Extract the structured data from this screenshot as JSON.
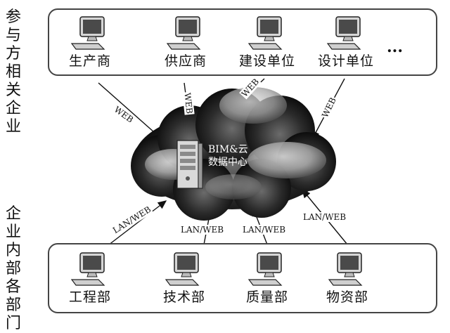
{
  "top_group": {
    "label": [
      "参",
      "与",
      "方",
      "相",
      "关",
      "企",
      "业"
    ],
    "nodes": [
      {
        "label": "生产商",
        "icon": "computer-icon"
      },
      {
        "label": "供应商",
        "icon": "computer-icon"
      },
      {
        "label": "建设单位",
        "icon": "computer-icon"
      },
      {
        "label": "设计单位",
        "icon": "computer-icon"
      }
    ],
    "ellipsis": "..."
  },
  "bottom_group": {
    "label": [
      "企",
      "业",
      "内",
      "部",
      "各",
      "部",
      "门"
    ],
    "nodes": [
      {
        "label": "工程部",
        "icon": "computer-icon"
      },
      {
        "label": "技术部",
        "icon": "computer-icon"
      },
      {
        "label": "质量部",
        "icon": "computer-icon"
      },
      {
        "label": "物资部",
        "icon": "computer-icon"
      }
    ]
  },
  "center": {
    "line1": "BIM&云",
    "line2": "数据中心",
    "icon": "server-icon",
    "shape": "cloud"
  },
  "connections": {
    "top": [
      "WEB",
      "WEB",
      "WEB",
      "WEB"
    ],
    "bottom": [
      "LAN/WEB",
      "LAN/WEB",
      "LAN/WEB",
      "LAN/WEB"
    ]
  }
}
